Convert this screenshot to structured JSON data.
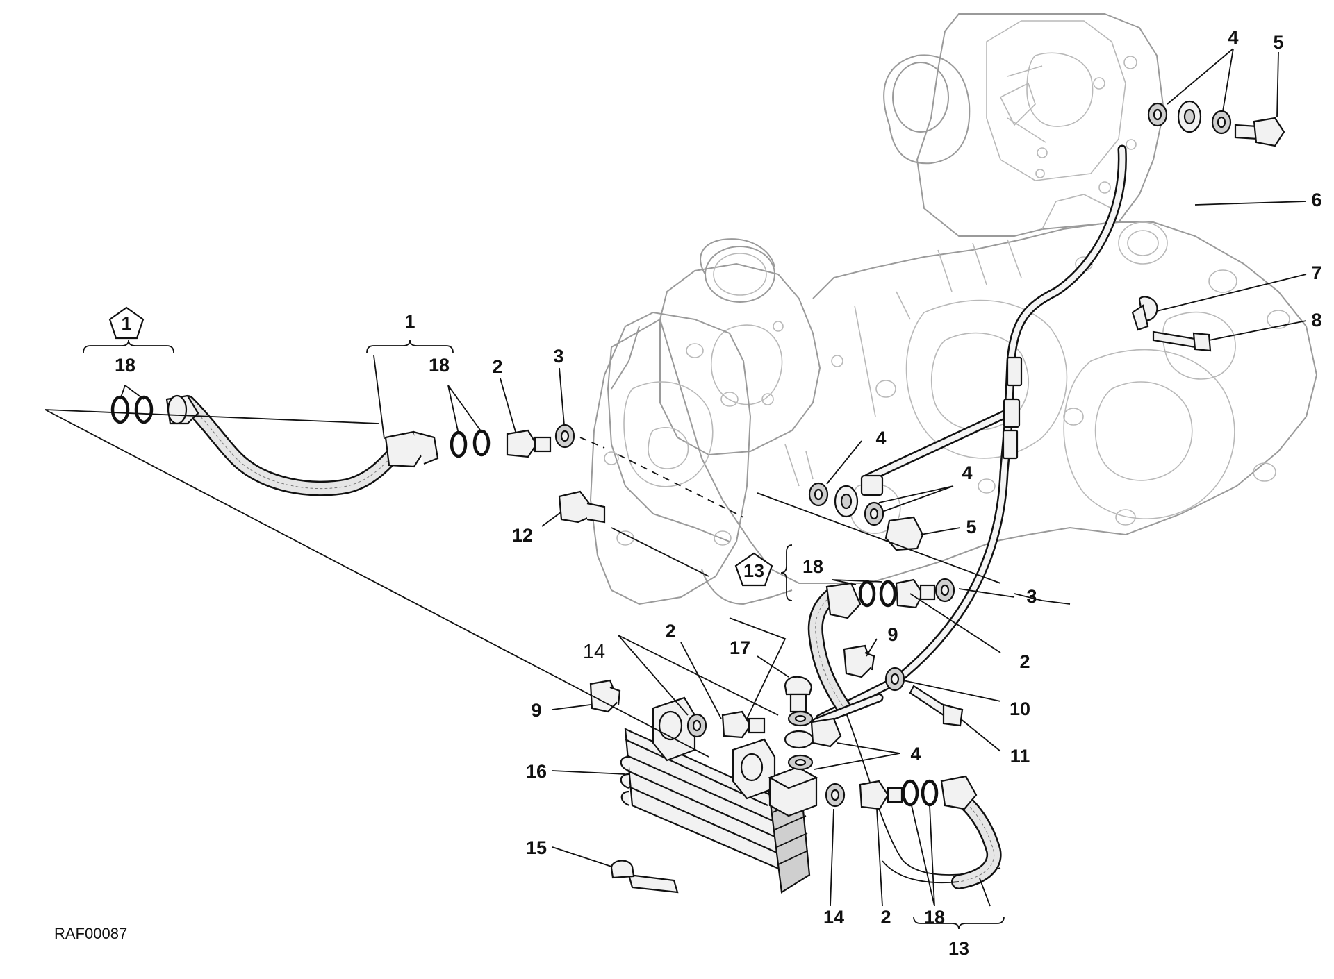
{
  "diagram": {
    "drawing_code": "RAF00087",
    "kit_badges": [
      "1",
      "13"
    ],
    "part_labels": {
      "p1": "1",
      "p2a": "2",
      "p3a": "3",
      "p4a": "4",
      "p5a": "5",
      "p6": "6",
      "p7": "7",
      "p8": "8",
      "p4b": "4",
      "p4c": "4",
      "p5b": "5",
      "p12": "12",
      "p18a": "18",
      "p18b": "18",
      "p18c": "18",
      "p18d": "18",
      "p3b": "3",
      "p2b": "2",
      "p9a": "9",
      "p10": "10",
      "p11": "11",
      "p17": "17",
      "p14a": "14",
      "p2c": "2",
      "p9b": "9",
      "p16": "16",
      "p4d": "4",
      "p15": "15",
      "p14b": "14",
      "p2d": "2",
      "p13": "13"
    }
  }
}
